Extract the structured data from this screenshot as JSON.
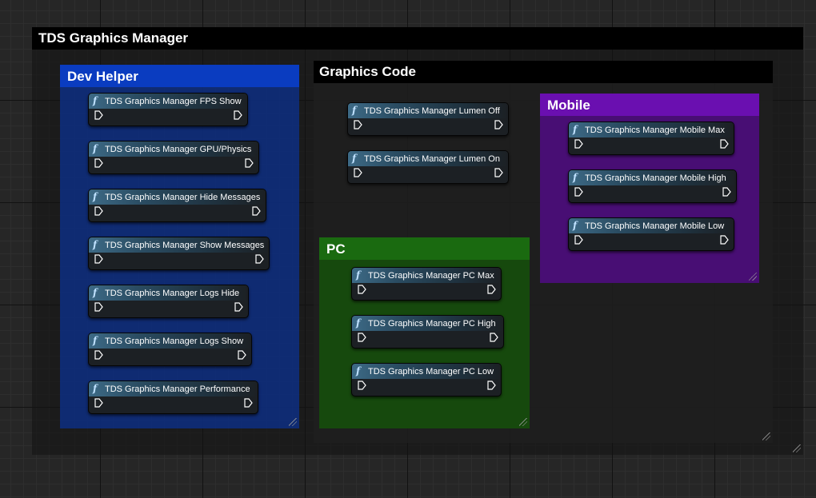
{
  "comments": {
    "manager": {
      "title": "TDS Graphics Manager",
      "color": "#1e1e1e"
    },
    "dev_helper": {
      "title": "Dev Helper",
      "color": "#0d2f86"
    },
    "graphics_code": {
      "title": "Graphics Code",
      "color": "#232323"
    },
    "mobile": {
      "title": "Mobile",
      "color": "#4c0d7c"
    },
    "pc": {
      "title": "PC",
      "color": "#164d0c"
    }
  },
  "nodes": {
    "fps_show": "TDS Graphics Manager FPS Show",
    "gpu_physics": "TDS Graphics Manager GPU/Physics",
    "hide_messages": "TDS Graphics Manager Hide Messages",
    "show_messages": "TDS Graphics Manager Show Messages",
    "logs_hide": "TDS Graphics Manager Logs Hide",
    "logs_show": "TDS Graphics Manager Logs Show",
    "performance": "TDS Graphics Manager Performance",
    "lumen_off": "TDS Graphics Manager Lumen Off",
    "lumen_on": "TDS Graphics Manager Lumen On",
    "mobile_max": "TDS Graphics Manager Mobile Max",
    "mobile_high": "TDS Graphics Manager Mobile High",
    "mobile_low": "TDS Graphics Manager Mobile Low",
    "pc_max": "TDS Graphics Manager PC Max",
    "pc_high": "TDS Graphics Manager PC High",
    "pc_low": "TDS Graphics Manager PC Low"
  },
  "icons": {
    "function": "function-icon",
    "exec": "exec-pin-icon",
    "resize": "resize-handle-icon"
  }
}
